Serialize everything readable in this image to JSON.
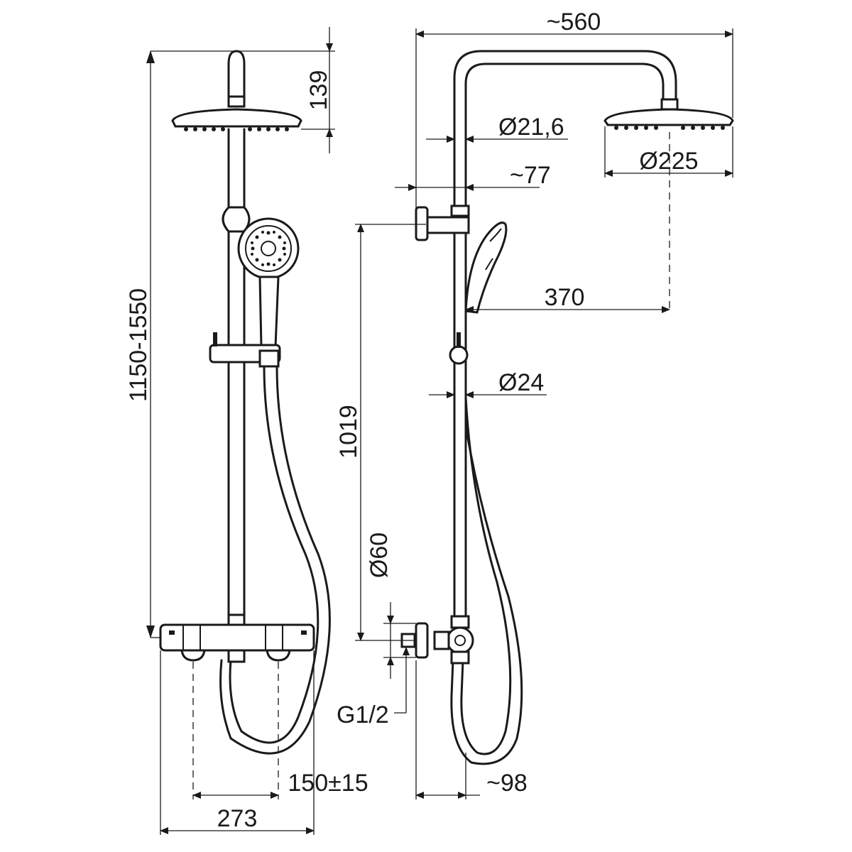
{
  "dimensions": {
    "top_width": "~560",
    "head_height": "139",
    "pipe_diameter": "Ø21,6",
    "pipe_offset": "~77",
    "head_diameter": "Ø225",
    "head_reach": "370",
    "rail_diameter": "Ø24",
    "total_height": "1150-1550",
    "outlet_height": "1019",
    "cover_diameter": "Ø60",
    "thread": "G1/2",
    "inlet_spacing": "150±15",
    "mixer_width": "273",
    "wall_depth": "~98"
  }
}
